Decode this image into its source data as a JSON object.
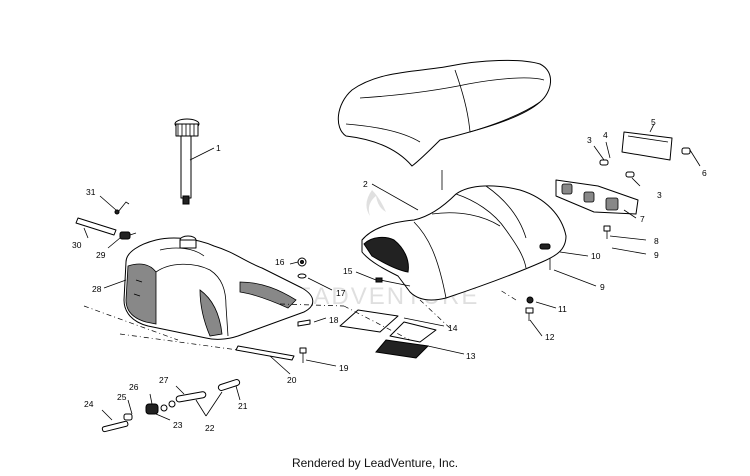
{
  "footer": {
    "credit": "Rendered by LeadVenture, Inc."
  },
  "watermark": {
    "text": "LEADVENTURE"
  },
  "callouts": [
    {
      "id": "c1",
      "text": "1"
    },
    {
      "id": "c2",
      "text": "2"
    },
    {
      "id": "c3a",
      "text": "3"
    },
    {
      "id": "c3b",
      "text": "3"
    },
    {
      "id": "c4",
      "text": "4"
    },
    {
      "id": "c5",
      "text": "5"
    },
    {
      "id": "c6",
      "text": "6"
    },
    {
      "id": "c7",
      "text": "7"
    },
    {
      "id": "c8",
      "text": "8"
    },
    {
      "id": "c9a",
      "text": "9"
    },
    {
      "id": "c9b",
      "text": "9"
    },
    {
      "id": "c10",
      "text": "10"
    },
    {
      "id": "c11",
      "text": "11"
    },
    {
      "id": "c12",
      "text": "12"
    },
    {
      "id": "c13",
      "text": "13"
    },
    {
      "id": "c14",
      "text": "14"
    },
    {
      "id": "c15",
      "text": "15"
    },
    {
      "id": "c16",
      "text": "16"
    },
    {
      "id": "c17",
      "text": "17"
    },
    {
      "id": "c18",
      "text": "18"
    },
    {
      "id": "c19",
      "text": "19"
    },
    {
      "id": "c20",
      "text": "20"
    },
    {
      "id": "c21",
      "text": "21"
    },
    {
      "id": "c22",
      "text": "22"
    },
    {
      "id": "c23",
      "text": "23"
    },
    {
      "id": "c24",
      "text": "24"
    },
    {
      "id": "c25",
      "text": "25"
    },
    {
      "id": "c26",
      "text": "26"
    },
    {
      "id": "c27",
      "text": "27"
    },
    {
      "id": "c28",
      "text": "28"
    },
    {
      "id": "c29",
      "text": "29"
    },
    {
      "id": "c30",
      "text": "30"
    },
    {
      "id": "c31",
      "text": "31"
    }
  ]
}
